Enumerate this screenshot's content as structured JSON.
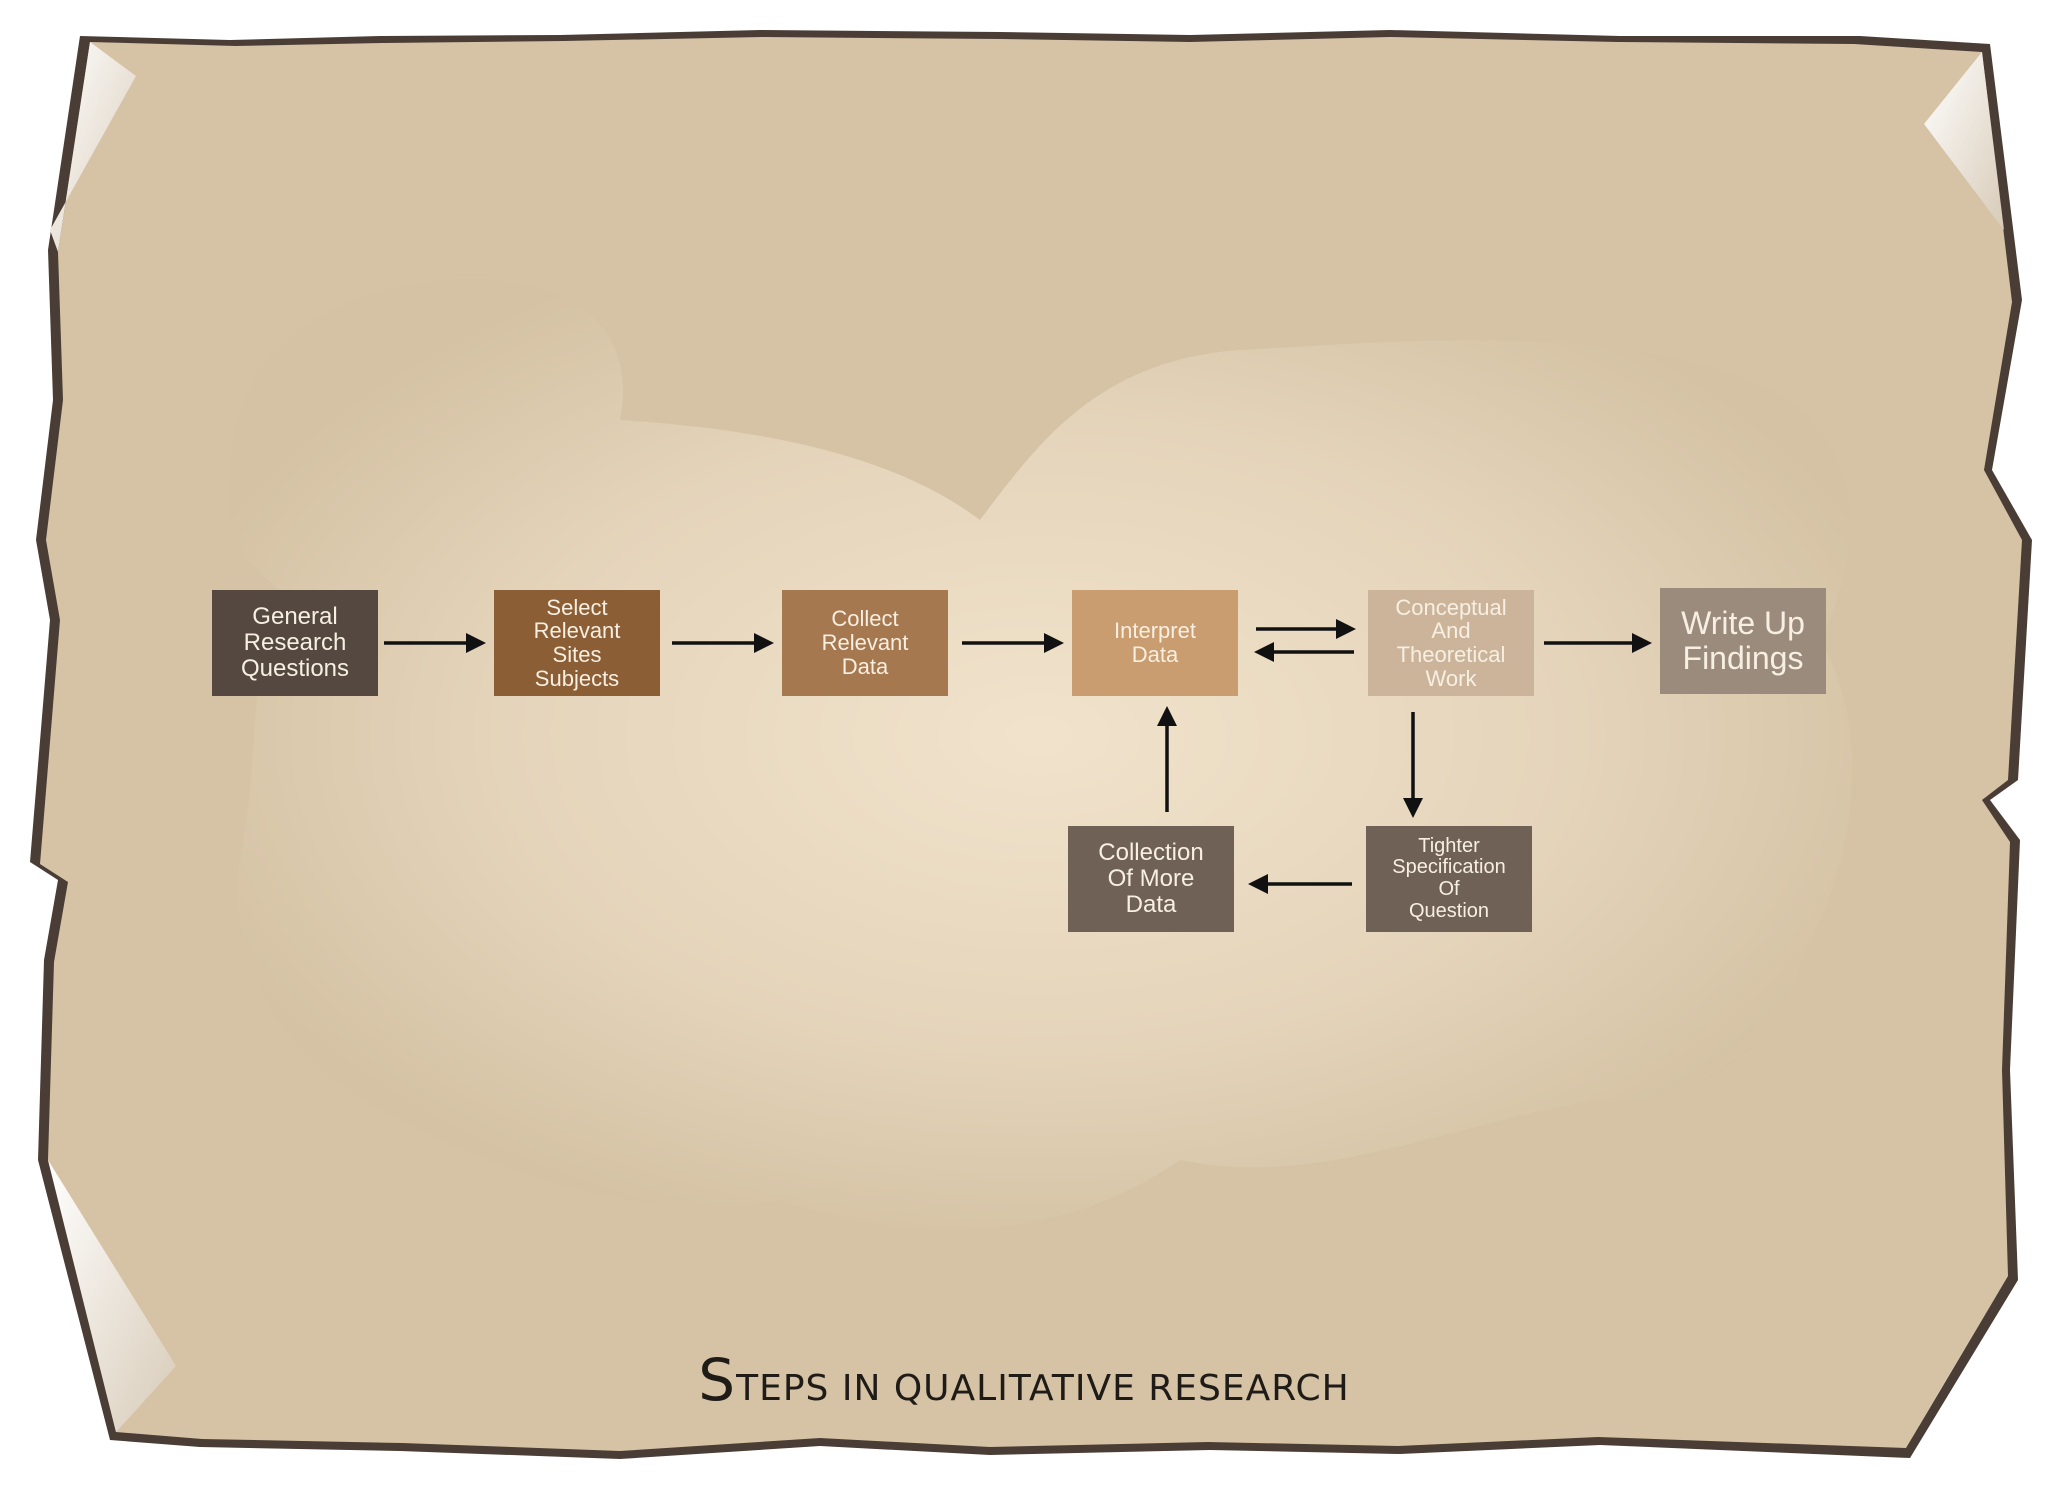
{
  "diagram": {
    "title_first": "S",
    "title_rest": "TEPS IN QUALITATIVE RESEARCH",
    "nodes": {
      "general": "General\nResearch\nQuestions",
      "select": "Select\nRelevant\nSites\nSubjects",
      "collect": "Collect\nRelevant\nData",
      "interpret": "Interpret\nData",
      "conceptual": "Conceptual\nAnd\nTheoretical\nWork",
      "write": "Write Up\nFindings",
      "tighter": "Tighter\nSpecification\nOf\nQuestion",
      "more": "Collection\nOf More\nData"
    },
    "colors": {
      "general": "#544841",
      "select": "#8c5e35",
      "collect": "#a6784f",
      "interpret": "#c99d6f",
      "conceptual": "#cbb49a",
      "write": "#9a8b7d",
      "tighter": "#6f6155",
      "more": "#6f6155",
      "paper": "#d6c3a5",
      "arrow": "#111111"
    }
  }
}
